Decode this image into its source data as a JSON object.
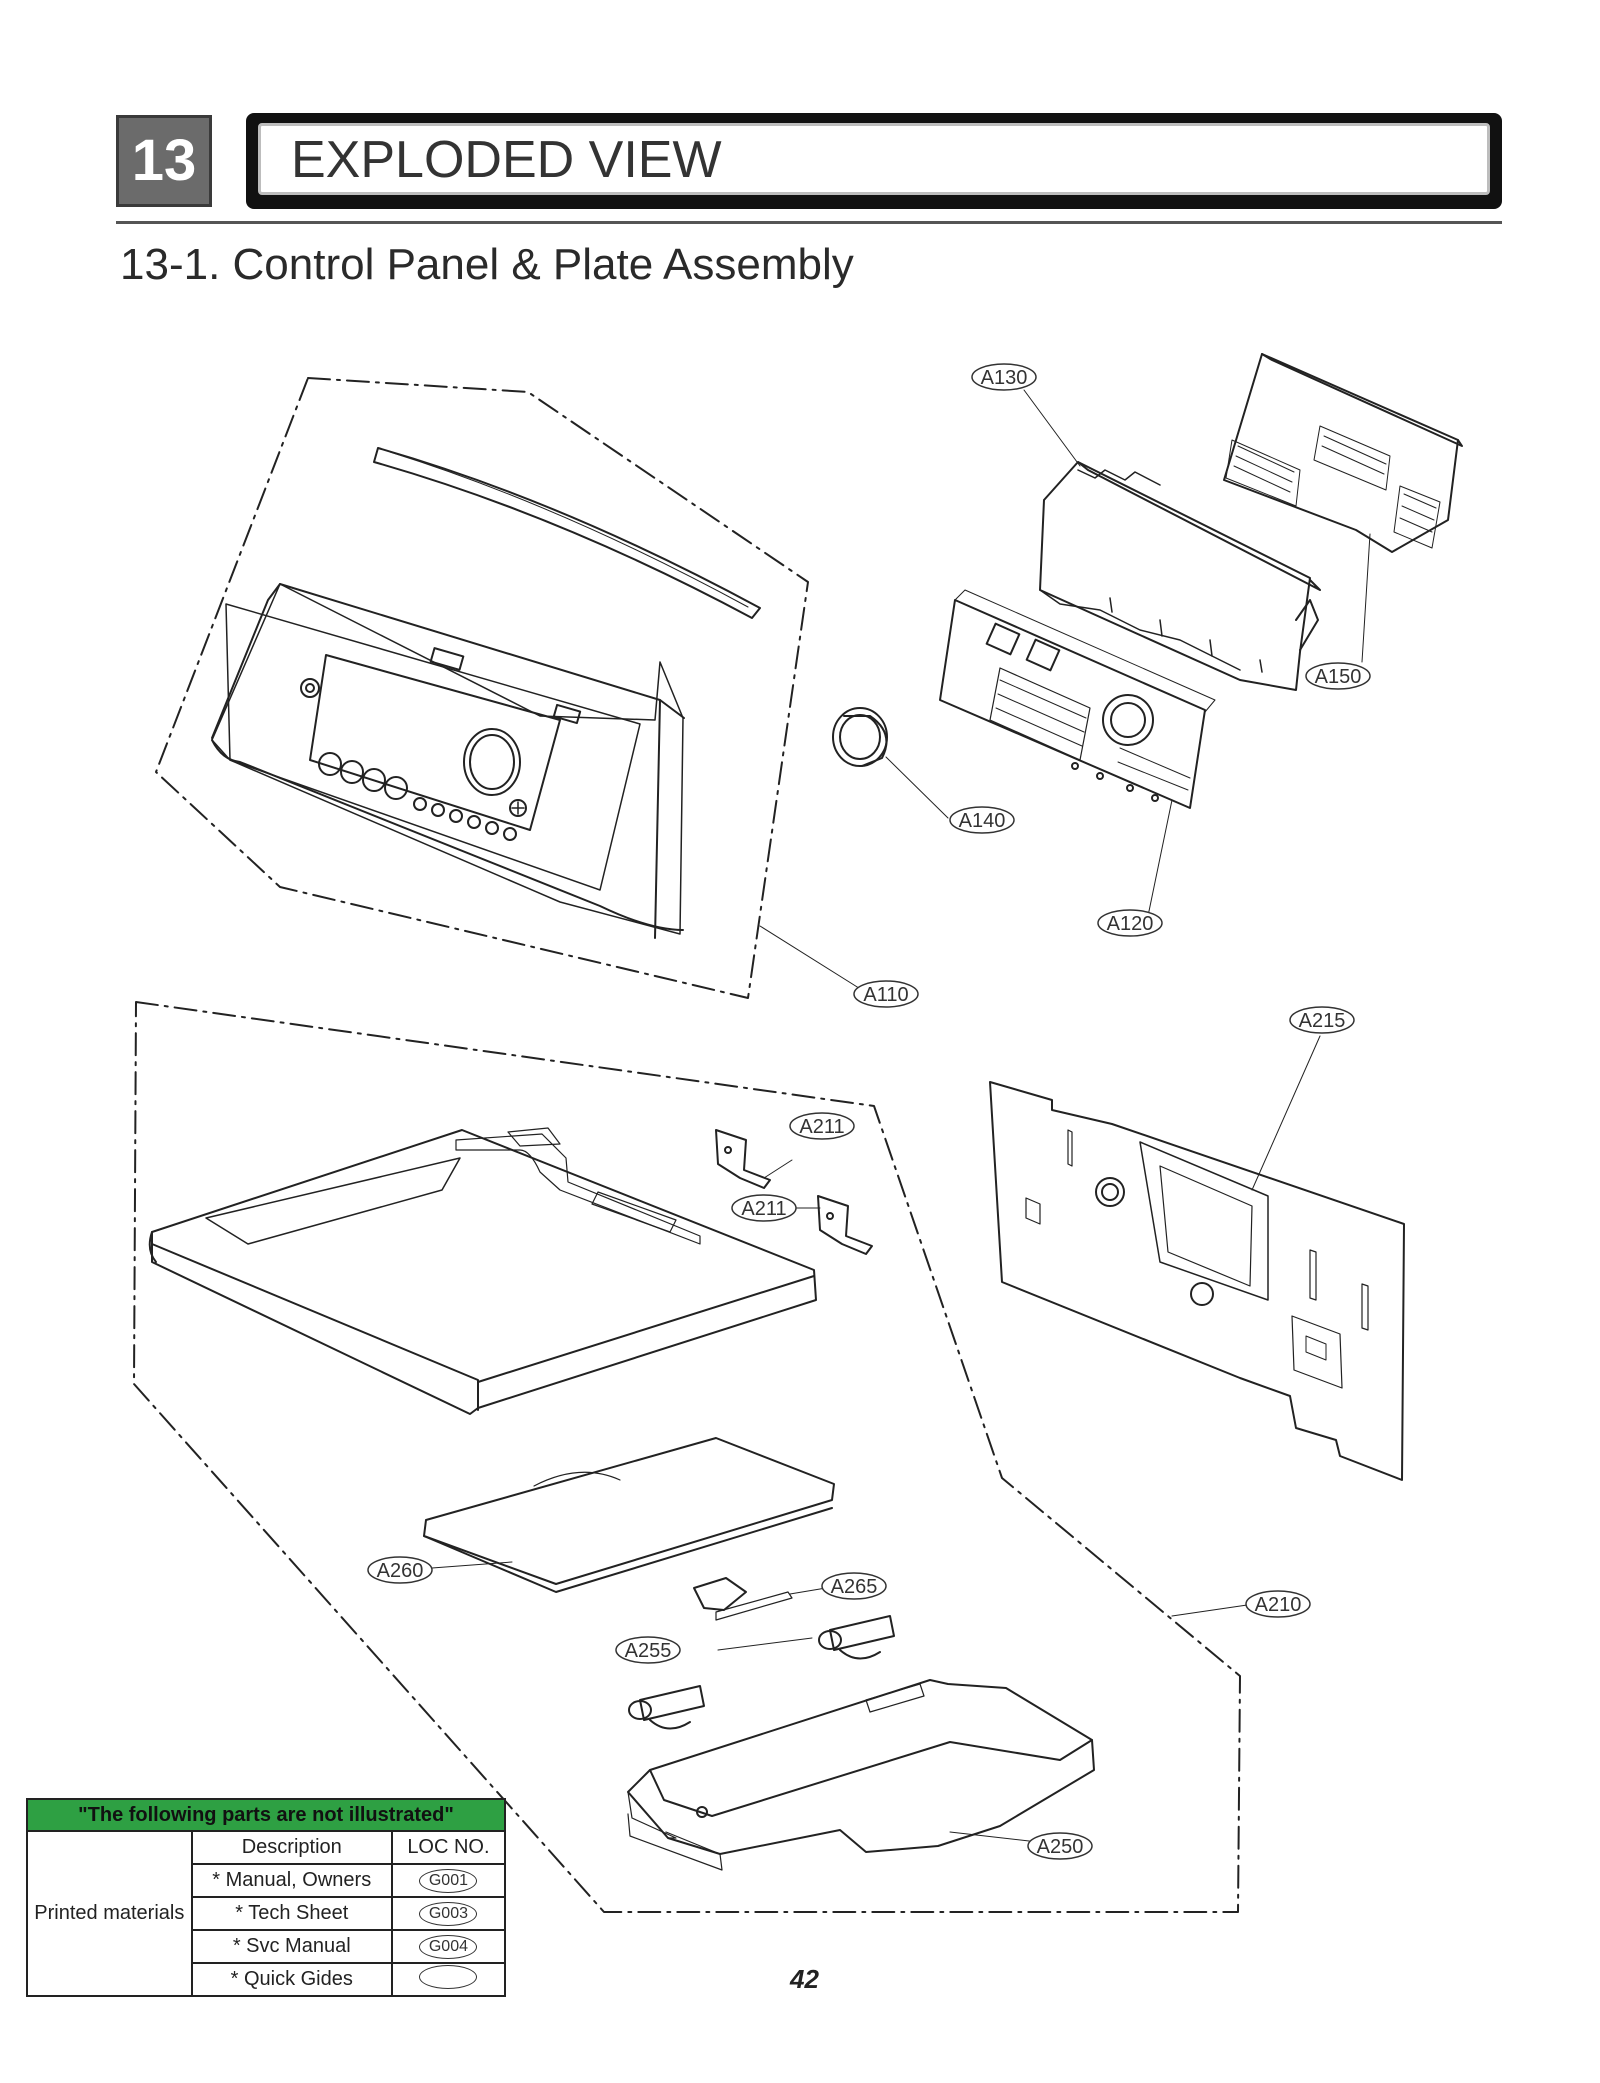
{
  "header": {
    "chapter_number": "13",
    "chapter_title": "EXPLODED VIEW",
    "section_title": "13-1. Control Panel & Plate Assembly"
  },
  "callouts": {
    "a110": "A110",
    "a120": "A120",
    "a130": "A130",
    "a140": "A140",
    "a150": "A150",
    "a210": "A210",
    "a211_top": "A211",
    "a211_bottom": "A211",
    "a215": "A215",
    "a250": "A250",
    "a255": "A255",
    "a260": "A260",
    "a265": "A265"
  },
  "parts_table": {
    "heading": "\"The following parts are not illustrated\"",
    "group_label": "Printed materials",
    "col_description": "Description",
    "col_loc": "LOC NO.",
    "rows": [
      {
        "description": "* Manual, Owners",
        "loc": "G001"
      },
      {
        "description": "* Tech Sheet",
        "loc": "G003"
      },
      {
        "description": "* Svc Manual",
        "loc": "G004"
      },
      {
        "description": "* Quick Gides",
        "loc": ""
      }
    ]
  },
  "page_number": "42",
  "colors": {
    "table_header_green": "#2ea043",
    "chapter_box_gray": "#6b6b6b"
  }
}
